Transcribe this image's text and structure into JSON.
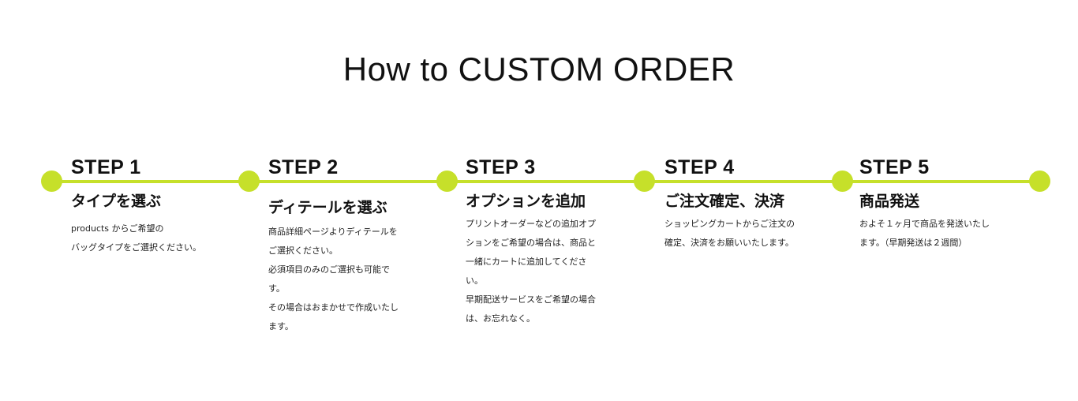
{
  "page": {
    "title": "How to CUSTOM ORDER"
  },
  "colors": {
    "accent": "#c6e02a",
    "text": "#111111"
  },
  "steps": [
    {
      "label": "STEP 1",
      "title": "タイプを選ぶ",
      "description": [
        "products からご希望の",
        "バッグタイプをご選択ください。"
      ]
    },
    {
      "label": "STEP 2",
      "title": "ディテールを選ぶ",
      "description": [
        "商品詳細ページよりディテールをご選択ください。",
        "必須項目のみのご選択も可能です。",
        "その場合はおまかせで作成いたします。"
      ]
    },
    {
      "label": "STEP 3",
      "title": "オプションを追加",
      "description": [
        "プリントオーダーなどの追加オプションをご希望の場合は、商品と一緒にカートに追加してください。",
        "早期配送サービスをご希望の場合は、お忘れなく。"
      ]
    },
    {
      "label": "STEP 4",
      "title": "ご注文確定、決済",
      "description": [
        "ショッピングカートからご注文の確定、決済をお願いいたします。"
      ]
    },
    {
      "label": "STEP 5",
      "title": "商品発送",
      "description": [
        "およそ１ヶ月で商品を発送いたします。（早期発送は２週間）"
      ]
    }
  ]
}
